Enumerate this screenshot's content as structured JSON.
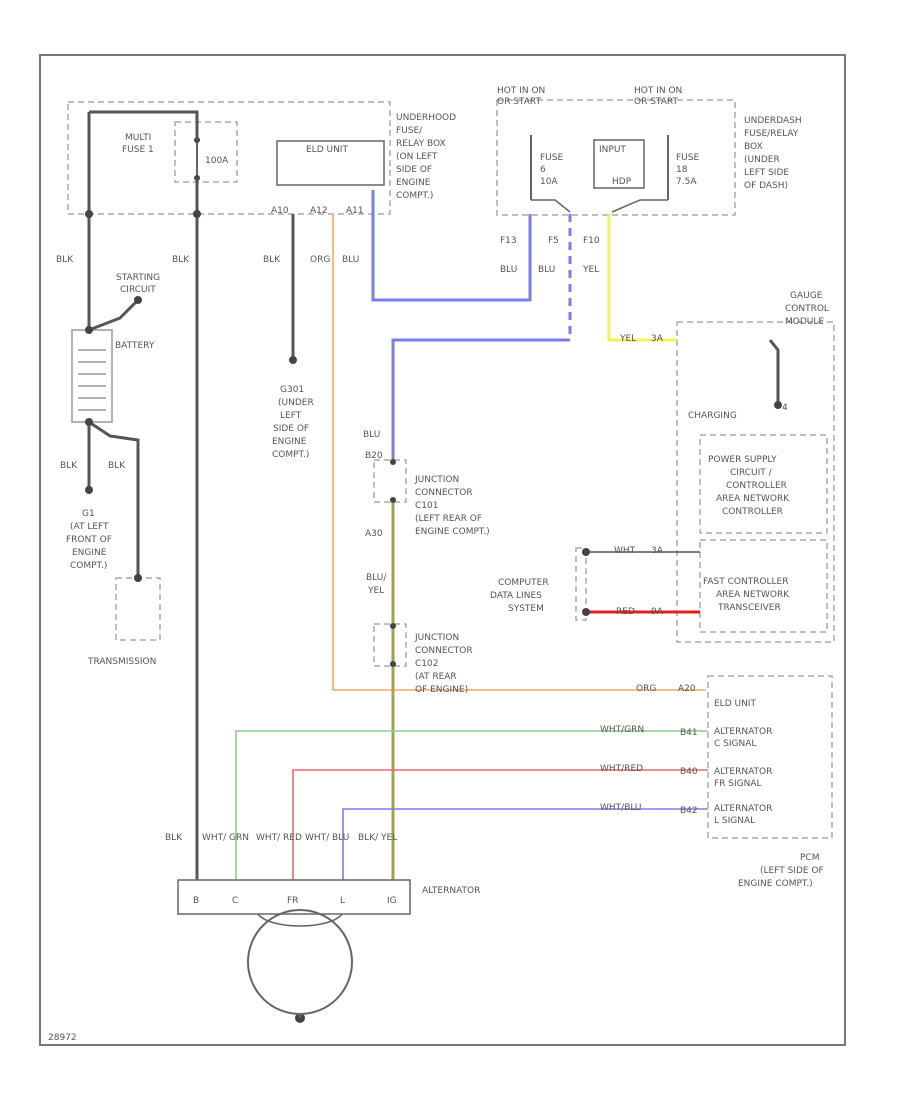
{
  "labels": {
    "multi_fuse": [
      "MULTI",
      "FUSE 1"
    ],
    "fuse_100a": "100A",
    "underhood_box_left": [
      "UNDERHOOD",
      "FUSE/",
      "RELAY BOX",
      "(ON LEFT",
      "SIDE OF",
      "ENGINE",
      "COMPT.)"
    ],
    "elg_unit_top": "ELD UNIT",
    "pins_elg": [
      "A10",
      "A12",
      "A11"
    ],
    "hot_left": [
      "HOT IN ON",
      "OR START"
    ],
    "hot_right": [
      "HOT IN ON",
      "OR START"
    ],
    "fuse_left": [
      "FUSE",
      "6",
      "10A"
    ],
    "fuse_right": [
      "FUSE",
      "18",
      "7.5A"
    ],
    "relay_small": [
      "INPUT",
      "HDP"
    ],
    "underdash_box": [
      "UNDERDASH",
      "FUSE/RELAY",
      "BOX",
      "(UNDER",
      "LEFT SIDE",
      "OF DASH)"
    ],
    "pins_dash": [
      "F13",
      "F5",
      "F10"
    ],
    "wire_colors_dash": [
      "BLU",
      "BLU",
      "YEL"
    ],
    "wire_blk_left": "BLK",
    "wire_blk_mid": "BLK",
    "starting_circuit": [
      "STARTING",
      "CIRCUIT"
    ],
    "battery": "BATTERY",
    "wire_blk_a": "BLK",
    "wire_org_a": "ORG",
    "wire_blu_a": "BLU",
    "g301": [
      "G301",
      "(UNDER",
      "LEFT",
      "SIDE OF",
      "ENGINE",
      "COMPT.)"
    ],
    "gauge_module": [
      "GAUGE",
      "CONTROL",
      "MODULE"
    ],
    "yel_wire": "YEL",
    "pin_a": "3A",
    "charging": "CHARGING",
    "pin_b": "4",
    "power_supply": [
      "POWER SUPPLY",
      "CIRCUIT /",
      "CONTROLLER",
      "AREA NETWORK",
      "CONTROLLER"
    ],
    "blk_b": "BLK",
    "blk_c": "BLK",
    "g1": [
      "G1",
      "(AT LEFT",
      "FRONT OF",
      "ENGINE",
      "COMPT.)"
    ],
    "blu_label": "BLU",
    "pin_b20": "B20",
    "junction1": [
      "JUNCTION",
      "CONNECTOR",
      "C101",
      "(LEFT REAR OF",
      "ENGINE COMPT.)"
    ],
    "pin_a30": "A30",
    "blu_yel": [
      "BLU/",
      "YEL"
    ],
    "transmission": "TRANSMISSION",
    "junction2": [
      "JUNCTION",
      "CONNECTOR",
      "C102",
      "(AT REAR",
      "OF ENGINE)"
    ],
    "computer_data": [
      "COMPUTER",
      "DATA LINES",
      "SYSTEM"
    ],
    "wht_label": "WHT",
    "red_label": "RED",
    "pin_3a": "3A",
    "pin_9a": "9A",
    "fast_controller": [
      "FAST CONTROLLER",
      "AREA NETWORK",
      "TRANSCEIVER"
    ],
    "org_label": "ORG",
    "pin_a20": "A20",
    "eld_unit": "ELD UNIT",
    "wht_grn": "WHT/GRN",
    "pin_b41": "B41",
    "alt_c": [
      "ALTERNATOR",
      "C SIGNAL"
    ],
    "wht_red": "WHT/RED",
    "pin_b40": "B40",
    "alt_fr": [
      "ALTERNATOR",
      "FR SIGNAL"
    ],
    "wht_blu": "WHT/BLU",
    "pin_b42": "B42",
    "alt_l": [
      "ALTERNATOR",
      "L SIGNAL"
    ],
    "pcm": [
      "PCM",
      "(LEFT SIDE OF",
      "ENGINE COMPT.)"
    ],
    "bottom_wires": [
      "BLK",
      "WHT/ GRN",
      "WHT/ RED",
      "WHT/ BLU",
      "BLK/ YEL"
    ],
    "alt_pins": [
      "B",
      "C",
      "FR",
      "L",
      "IG"
    ],
    "alternator": "ALTERNATOR",
    "footer": "28972"
  },
  "colors": {
    "blue": "#7b7bf2",
    "orange": "#f4a860",
    "yellow": "#f2f25a",
    "green": "#86d186",
    "red": "#e66a6a",
    "red_bright": "#e02020",
    "olive": "#a6a14b",
    "black": "#555555"
  }
}
